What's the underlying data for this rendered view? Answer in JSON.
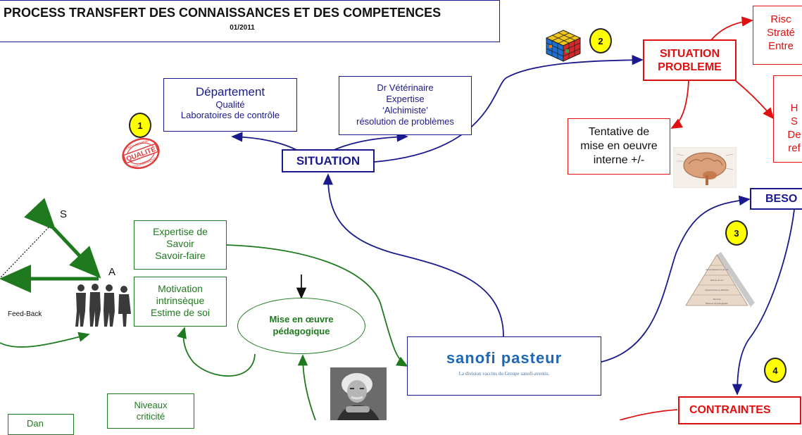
{
  "title": {
    "main": "PROCESS TRANSFERT DES CONNAISSANCES ET DES COMPETENCES",
    "date": "01/2011"
  },
  "numbers": {
    "n1": "1",
    "n2": "2",
    "n3": "3",
    "n4": "4"
  },
  "departement": {
    "title": "Département",
    "line1": "Qualité",
    "line2": "Laboratoires de contrôle"
  },
  "veterinaire": {
    "line1": "Dr Vétérinaire",
    "line2": "Expertise",
    "line3": "‘Alchimiste’",
    "line4": "résolution de problèmes"
  },
  "situation": "SITUATION",
  "situation_probleme": {
    "line1": "SITUATION",
    "line2": "PROBLEME"
  },
  "tentative": {
    "line1": "Tentative de",
    "line2": "mise en oeuvre",
    "line3": "interne +/-"
  },
  "risque": {
    "line1": "Risc",
    "line2": "Straté",
    "line3": "Entre"
  },
  "right_box": {
    "line1": "H",
    "line2": "S",
    "line3": "De",
    "line4": "ref"
  },
  "besoin": "BESO",
  "contraintes": "CONTRAINTES",
  "triangle": {
    "s": "S",
    "a": "A",
    "feedback": "Feed-Back"
  },
  "expertise": {
    "line1": "Expertise de",
    "line2": "Savoir",
    "line3": "Savoir-faire"
  },
  "motivation": {
    "line1": "Motivation",
    "line2": "intrinsèque",
    "line3": "Estime de soi"
  },
  "mise_en_oeuvre": {
    "line1": "Mise en œuvre",
    "line2": "pédagogique"
  },
  "niveaux": {
    "line1": "Niveaux",
    "line2": "criticité"
  },
  "bottom_left": "Dan",
  "sanofi": {
    "brand": "sanofi pasteur",
    "tagline": "La division vaccins du Groupe sanofi-aventis."
  },
  "stamp": {
    "text": "QUALITÉ",
    "ring": "ENGAGEMENT"
  },
  "pyramid": {
    "levels": [
      "Accomplissement de soi",
      "Estime de soi",
      "Appartenance et affection",
      "Sécurité",
      "Besoins physiologiques"
    ]
  },
  "colors": {
    "blue": "#1a1a8c",
    "red": "#e01010",
    "green": "#1f7a1f",
    "yellow": "#ffff00"
  }
}
